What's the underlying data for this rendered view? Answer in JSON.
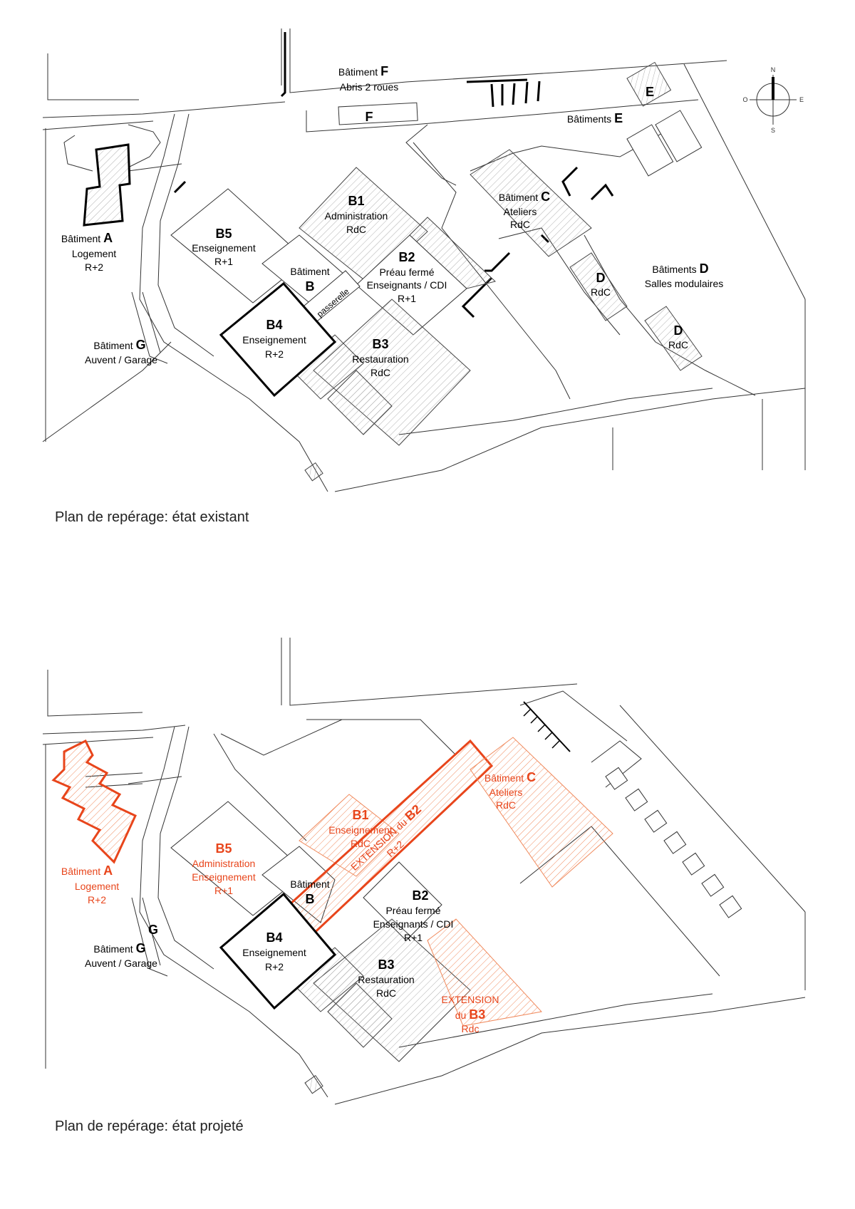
{
  "existing": {
    "caption": "Plan de repérage: état existant",
    "A": {
      "l1": "Bâtiment",
      "letter": "A",
      "l2": "Logement",
      "l3": "R+2"
    },
    "F": {
      "l1": "Bâtiment",
      "letter": "F",
      "l2": "Abris 2 roues",
      "box": "F"
    },
    "E": {
      "l1": "Bâtiments",
      "letter": "E",
      "box": "E"
    },
    "B1": {
      "code": "B1",
      "l1": "Administration",
      "l2": "RdC"
    },
    "B5": {
      "code": "B5",
      "l1": "Enseignement",
      "l2": "R+1"
    },
    "B": {
      "l1": "Bâtiment",
      "letter": "B"
    },
    "B2": {
      "code": "B2",
      "l1": "Préau fermé",
      "l2": "Enseignants / CDI",
      "l3": "R+1"
    },
    "passerelle": "passerelle",
    "B4": {
      "code": "B4",
      "l1": "Enseignement",
      "l2": "R+2"
    },
    "B3": {
      "code": "B3",
      "l1": "Restauration",
      "l2": "RdC"
    },
    "C": {
      "l1": "Bâtiment",
      "letter": "C",
      "l2": "Ateliers",
      "l3": "RdC"
    },
    "D": {
      "l1": "Bâtiments",
      "letter": "D",
      "l2": "Salles modulaires",
      "d1": "D",
      "d1b": "RdC",
      "d2": "D",
      "d2b": "RdC"
    },
    "G": {
      "l1": "Bâtiment",
      "letter": "G",
      "l2": "Auvent / Garage"
    }
  },
  "projected": {
    "caption": "Plan de repérage: état projeté",
    "A": {
      "l1": "Bâtiment",
      "letter": "A",
      "l2": "Logement",
      "l3": "R+2"
    },
    "B1": {
      "code": "B1",
      "l1": "Enseignement",
      "l2": "RdC"
    },
    "B5": {
      "code": "B5",
      "l1": "Administration",
      "l2": "Enseignement",
      "l3": "R+1"
    },
    "B": {
      "l1": "Bâtiment",
      "letter": "B"
    },
    "extB2": {
      "l1": "EXTENSION du",
      "code": "B2",
      "l2": "R+2"
    },
    "B2": {
      "code": "B2",
      "l1": "Préau fermé",
      "l2": "Enseignants / CDI",
      "l3": "R+1"
    },
    "B4": {
      "code": "B4",
      "l1": "Enseignement",
      "l2": "R+2"
    },
    "B3": {
      "code": "B3",
      "l1": "Restauration",
      "l2": "RdC"
    },
    "extB3": {
      "l1": "EXTENSION",
      "pre": "du",
      "code": "B3",
      "l2": "Rdc"
    },
    "C": {
      "l1": "Bâtiment",
      "letter": "C",
      "l2": "Ateliers",
      "l3": "RdC"
    },
    "Gbox": "G",
    "G": {
      "l1": "Bâtiment",
      "letter": "G",
      "l2": "Auvent / Garage"
    }
  },
  "compass": {
    "n": "N",
    "s": "S",
    "e": "E",
    "w": "O"
  },
  "colors": {
    "highlight": "#e8451b",
    "lines": "#333333"
  }
}
